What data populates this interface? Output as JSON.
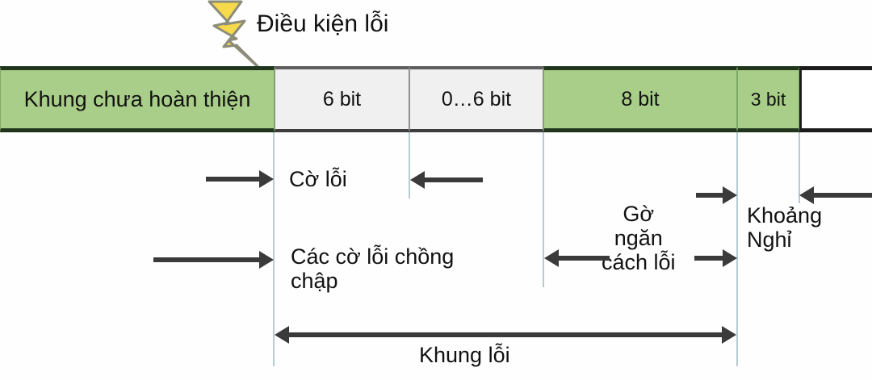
{
  "diagram": {
    "title_note": "CAN error frame structure diagram",
    "fault_label": "Điều kiện lỗi",
    "fault_icon": "lightning-bolt-icon",
    "bar_segments": [
      {
        "id": "incomplete-frame",
        "label": "Khung chưa hoàn thiện",
        "fill": "green"
      },
      {
        "id": "error-flag-6bit",
        "label": "6 bit",
        "fill": "white"
      },
      {
        "id": "superposed-flags",
        "label": "0…6 bit",
        "fill": "white"
      },
      {
        "id": "error-delimiter-8bit",
        "label": "8 bit",
        "fill": "green"
      },
      {
        "id": "intermission-3bit",
        "label": "3\nbit",
        "fill": "green"
      },
      {
        "id": "trailing-blank",
        "label": "",
        "fill": "empty"
      }
    ],
    "annotations": [
      {
        "id": "error-flag",
        "text": "Cờ lỗi"
      },
      {
        "id": "superposed-error-flags",
        "text": "Các cờ lỗi chồng\nchập"
      },
      {
        "id": "error-delimiter",
        "text": "Gờ\nngăn\ncách lỗi"
      },
      {
        "id": "intermission",
        "text": "Khoảng\nNghỉ"
      },
      {
        "id": "error-frame-span",
        "text": "Khung lỗi"
      }
    ],
    "colors": {
      "green_fill": "#a9ce89",
      "white_fill": "#f0f0f0",
      "guide_line": "#b6cbd2",
      "arrow": "#3a3a3a",
      "bolt_fill": "#f7d94c",
      "bolt_stroke": "#8c8c7a"
    }
  }
}
